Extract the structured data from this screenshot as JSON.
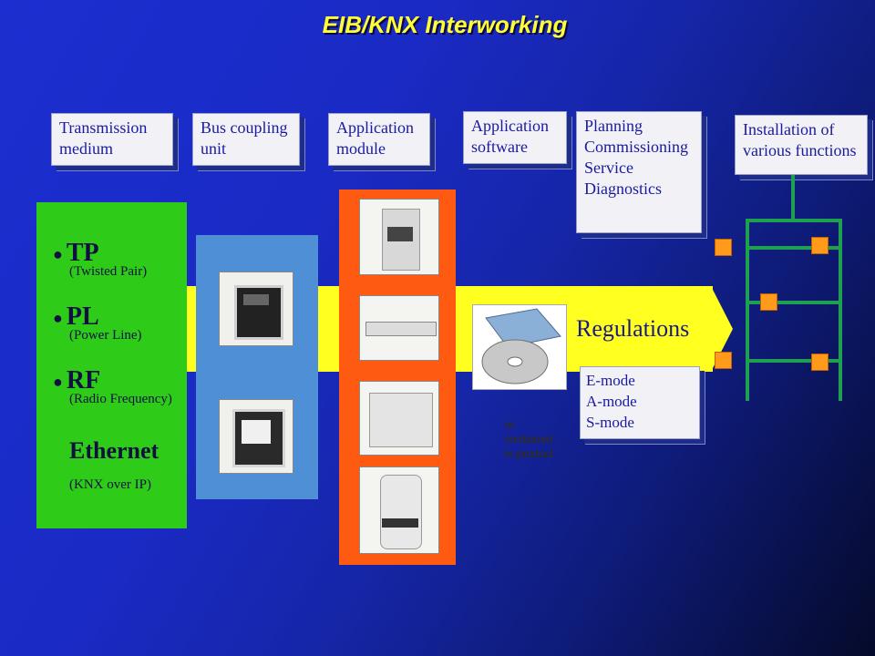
{
  "title": "EIB/KNX Interworking",
  "headers": {
    "transmission_medium": [
      "Transmission",
      "medium"
    ],
    "bus_coupling_unit": [
      "Bus coupling",
      "unit"
    ],
    "application_module": [
      "Application",
      "module"
    ],
    "application_software": [
      "Application",
      "software"
    ],
    "tools": [
      "Planning",
      "Commissioning",
      "Service",
      "Diagnostics"
    ],
    "installation": [
      "Installation of",
      "various functions"
    ]
  },
  "media": [
    {
      "name": "TP",
      "desc": "(Twisted Pair)"
    },
    {
      "name": "PL",
      "desc": "(Power Line)"
    },
    {
      "name": "RF",
      "desc": "(Radio Frequency)"
    },
    {
      "name": "Ethernet",
      "desc": "(KNX over IP)"
    }
  ],
  "regulations": {
    "label": "Regulations",
    "modes": [
      "E-mode",
      "A-mode",
      "S-mode"
    ]
  },
  "software_note": [
    "or",
    "contained",
    "in product"
  ],
  "colors": {
    "title": "#ffff33",
    "medium_panel": "#2ecc18",
    "bcu_panel": "#4f8fd6",
    "app_module_panel": "#ff5a12",
    "flow_band": "#ffff20",
    "tree_lines": "#1ea050",
    "function_nodes": "#ff9a1a"
  }
}
